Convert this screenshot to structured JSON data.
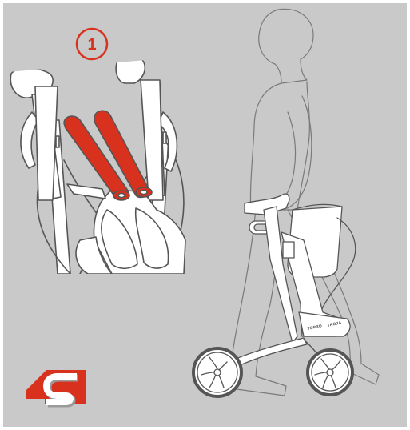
{
  "step": {
    "number": "1"
  },
  "brand": {
    "name": "TOPRO",
    "model": "TROJA"
  },
  "colors": {
    "background": "#c9c9c9",
    "accent_red": "#d8321f",
    "line": "#555555",
    "white": "#ffffff"
  },
  "logo": {
    "letter": "S",
    "icon": "s-brand-logo"
  }
}
